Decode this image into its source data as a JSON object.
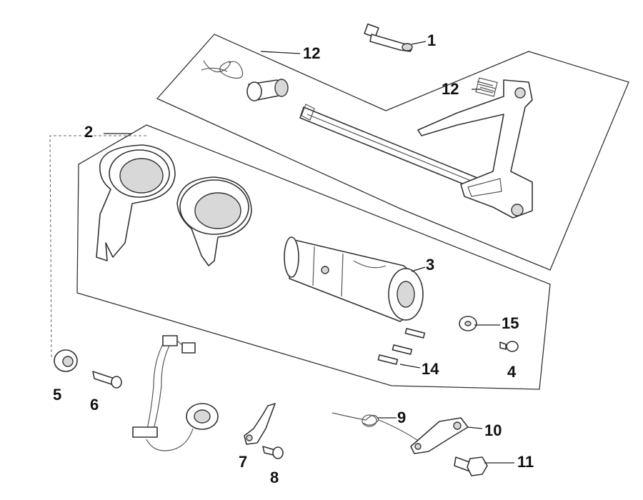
{
  "callouts": {
    "c1": "1",
    "c2": "2",
    "c3": "3",
    "c4": "4",
    "c5": "5",
    "c6": "6",
    "c7": "7",
    "c8": "8",
    "c9": "9",
    "c10": "10",
    "c11": "11",
    "c12a": "12",
    "c12b": "12",
    "c14": "14",
    "c15": "15"
  }
}
